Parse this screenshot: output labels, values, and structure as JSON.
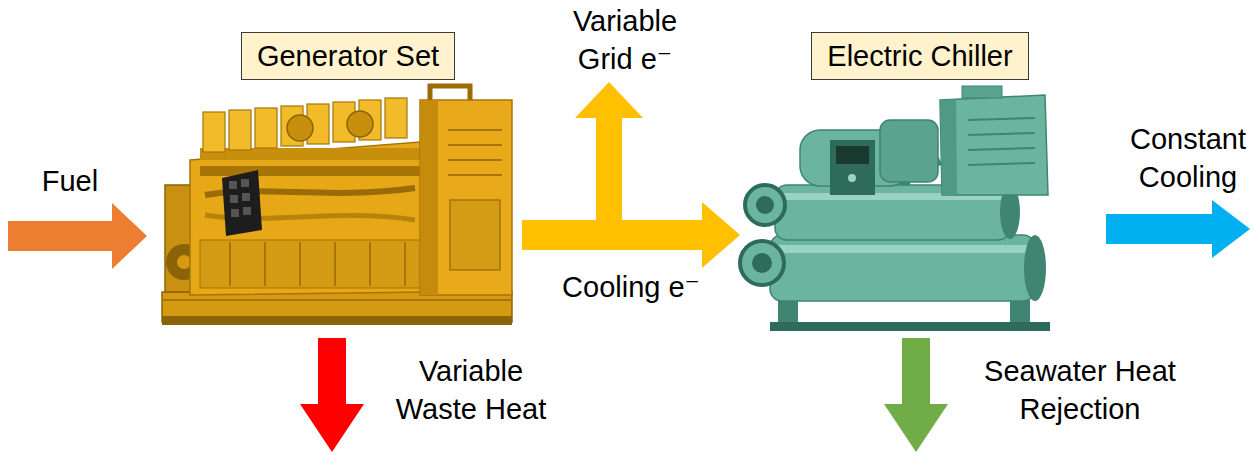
{
  "diagram": {
    "nodes": [
      {
        "text": [
          "Generator Set"
        ]
      },
      {
        "text": [
          "Electric Chiller"
        ]
      }
    ],
    "edges": [
      {
        "from": 0,
        "to": 1,
        "arrow": "to",
        "label": "Cooling e⁻"
      }
    ],
    "labels": [
      "Fuel",
      "Variable Grid e⁻",
      "Constant Cooling",
      "Variable Waste Heat",
      "Seawater Heat Rejection"
    ]
  }
}
